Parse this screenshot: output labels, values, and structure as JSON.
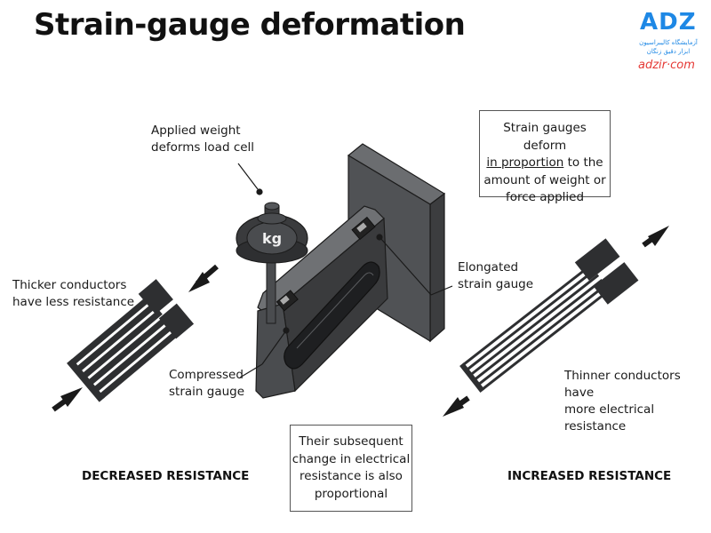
{
  "title": "Strain-gauge deformation",
  "logo": {
    "brand": "ADZ",
    "line1": "آزمایشگاه کالیبراسیون",
    "line2": "ابزار دقیق زنگان",
    "url": "adzir·com"
  },
  "weight_label": "kg",
  "labels": {
    "applied_weight": [
      "Applied weight",
      "deforms load cell"
    ],
    "thicker_conductors": [
      "Thicker conductors",
      "have less resistance"
    ],
    "compressed": [
      "Compressed",
      "strain gauge"
    ],
    "elongated": [
      "Elongated",
      "strain gauge"
    ],
    "thinner_conductors": [
      "Thinner conductors have",
      "more electrical resistance"
    ]
  },
  "info_top": {
    "line1": "Strain gauges deform",
    "line2_underlined": "in proportion",
    "line2_rest": " to the",
    "line3": "amount of weight or",
    "line4": "force applied"
  },
  "info_bottom": [
    "Their subsequent",
    "change in electrical",
    "resistance is also",
    "proportional"
  ],
  "headings": {
    "decreased": "DECREASED RESISTANCE",
    "increased": "INCREASED RESISTANCE"
  },
  "colors": {
    "metal_dark": "#3a3b3d",
    "metal_mid": "#55575a",
    "metal_light": "#6b6d70",
    "gauge_dark": "#2e2f31",
    "brand_blue": "#1e88e5",
    "brand_red": "#e53935"
  }
}
